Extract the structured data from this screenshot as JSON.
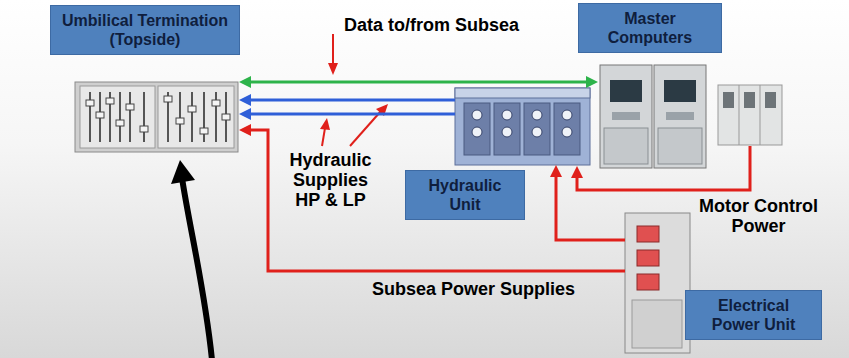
{
  "diagram": {
    "nodes": [
      {
        "text": [
          "Umbilical Termination (Topside)"
        ]
      },
      {
        "text": [
          "Master Computers"
        ]
      },
      {
        "text": [
          "Hydraulic Unit"
        ]
      },
      {
        "text": [
          "Electrical Power Unit"
        ]
      }
    ],
    "edges": [
      {
        "from": 0,
        "to": 1,
        "arrow": "both"
      },
      {
        "from": 2,
        "to": 0,
        "arrow": "to"
      },
      {
        "from": 2,
        "to": 0,
        "arrow": "to"
      },
      {
        "from": 3,
        "to": 2,
        "arrow": "to"
      },
      {
        "from": 3,
        "to": 0,
        "arrow": "to",
        "label": "Subsea Power Supplies"
      }
    ],
    "labels": [
      "Data to/from Subsea",
      "Hydraulic Supplies HP & LP",
      "Motor Control Power"
    ]
  }
}
